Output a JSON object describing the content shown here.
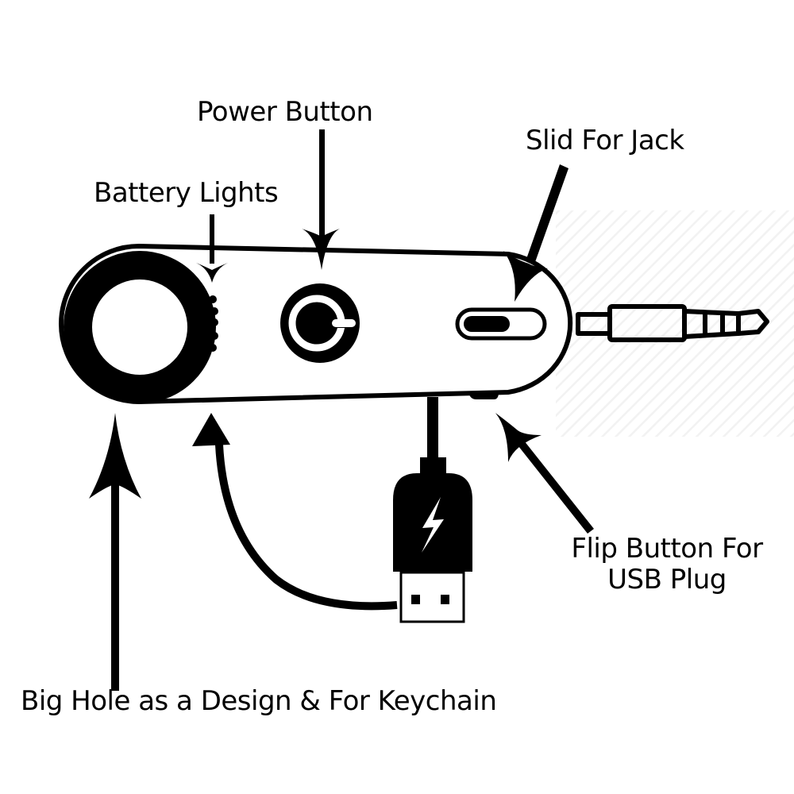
{
  "diagram": {
    "title": "Bluetooth audio receiver / keychain device annotated diagram",
    "colors": {
      "ink": "#000000",
      "paper": "#ffffff",
      "stripe": "#f2f2f2"
    },
    "labels": {
      "power_button": "Power Button",
      "slide_for_jack": "Slid For Jack",
      "battery_lights": "Battery Lights",
      "flip_button_line1": "Flip Button For",
      "flip_button_line2": "USB Plug",
      "big_hole": "Big Hole as a Design & For Keychain"
    },
    "components": {
      "battery_light_count": 5,
      "icons": [
        "power-icon",
        "lightning-bolt-icon",
        "usb-plug-icon",
        "audio-jack-icon"
      ]
    }
  }
}
